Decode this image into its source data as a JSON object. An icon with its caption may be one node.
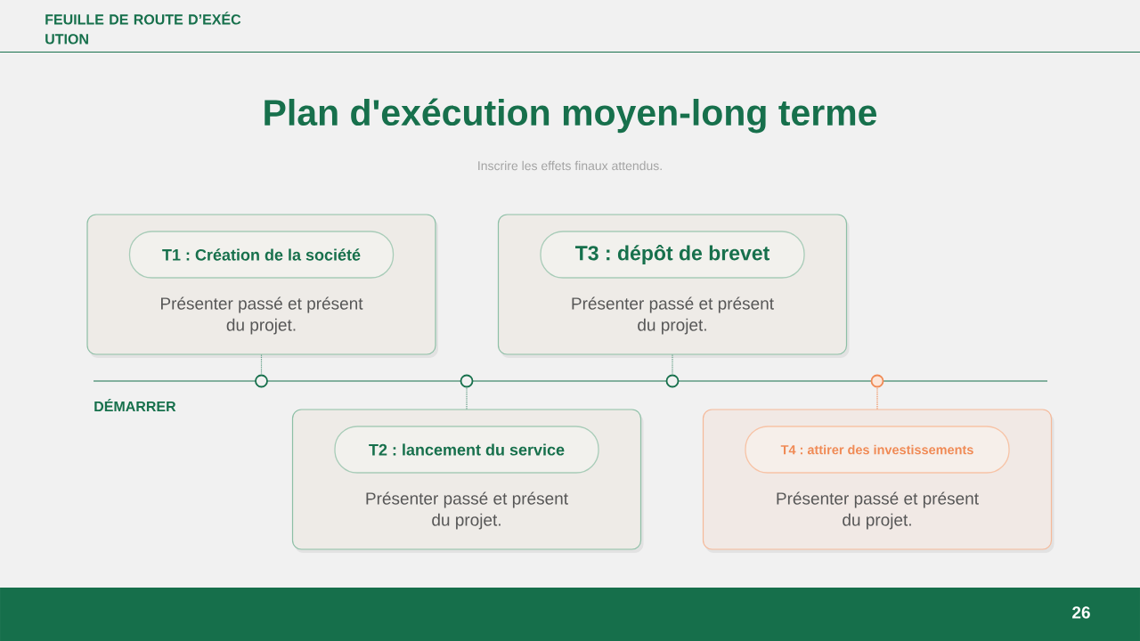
{
  "diagram": {
    "title": "Plan d'exécution moyen-long terme",
    "nodes": [
      {
        "text": [
          "Présenter passé et présent du projet."
        ]
      },
      {
        "text": [
          "T1 : Création de la société"
        ],
        "in": 0
      },
      {
        "text": [
          "Présenter passé et présent du projet."
        ]
      },
      {
        "text": [
          "T2 : lancement du service"
        ],
        "in": 2
      },
      {
        "text": [
          "Présenter passé et présent du projet."
        ]
      },
      {
        "text": [
          "T3 : dépôt de brevet"
        ],
        "in": 4
      },
      {
        "text": [
          "Présenter passé et présent du projet."
        ]
      },
      {
        "text": [
          "T4 : attirer des investissements"
        ],
        "in": 6
      },
      {
        "text": [],
        "shape": "circle"
      },
      {
        "text": [],
        "shape": "circle"
      },
      {
        "text": [],
        "shape": "circle"
      },
      {
        "text": [],
        "shape": "circle"
      }
    ],
    "edges": [
      {
        "from": 0,
        "to": 8,
        "arrow": "none",
        "style": "dashed"
      },
      {
        "from": 2,
        "to": 9,
        "arrow": "none",
        "style": "dashed"
      },
      {
        "from": 4,
        "to": 10,
        "arrow": "none",
        "style": "dashed"
      },
      {
        "from": 6,
        "to": 11,
        "arrow": "none",
        "style": "dashed",
        "color": "#f08a55"
      }
    ],
    "labels": [
      "FEUILLE DE ROUTE D’EXÉC UTION",
      "Inscrire les effets finaux attendus.",
      "DÉMARRER",
      "26"
    ]
  }
}
